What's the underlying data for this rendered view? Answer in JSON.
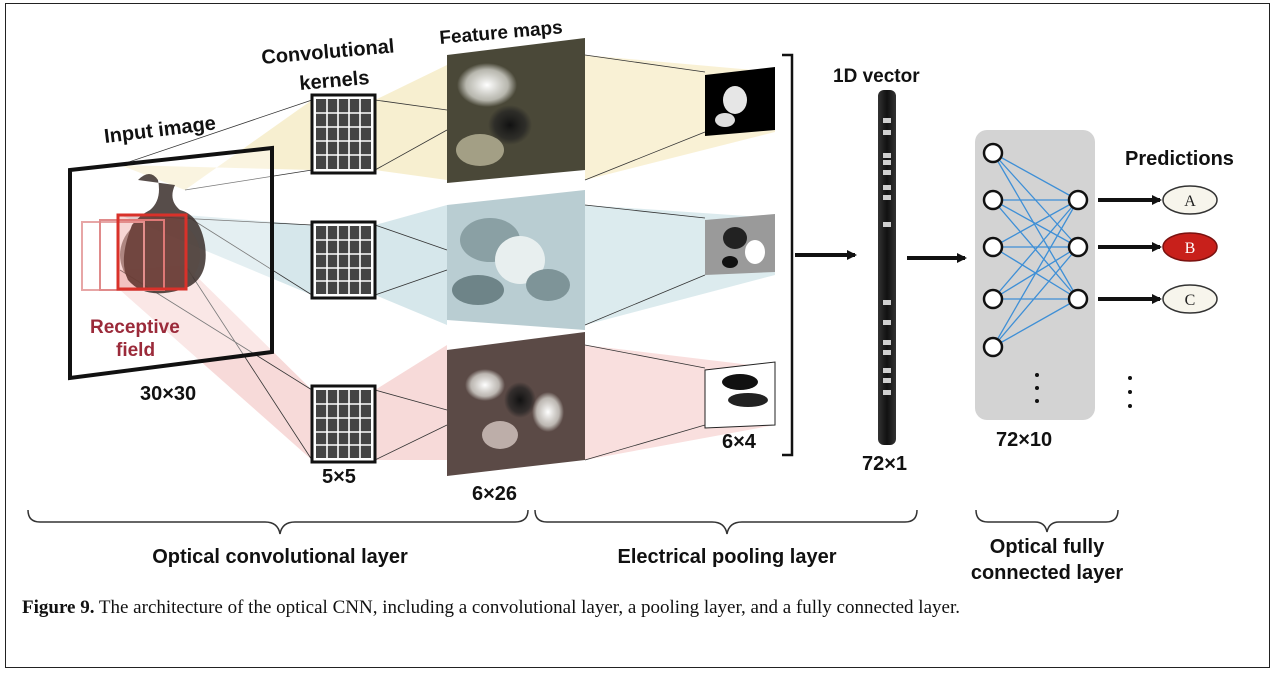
{
  "labels": {
    "input_image": "Input image",
    "convolutional_kernels_line1": "Convolutional",
    "convolutional_kernels_line2": "kernels",
    "feature_maps": "Feature maps",
    "vector_1d": "1D vector",
    "predictions": "Predictions",
    "receptive_field_line1": "Receptive",
    "receptive_field_line2": "field",
    "dim_input": "30×30",
    "dim_kernel": "5×5",
    "dim_feature": "6×26",
    "dim_pooled": "6×4",
    "dim_vector": "72×1",
    "dim_fc": "72×10",
    "pred_a": "A",
    "pred_b": "B",
    "pred_c": "C",
    "ellipsis": "⋮"
  },
  "sections": {
    "optical_conv": "Optical convolutional layer",
    "electrical_pool": "Electrical pooling layer",
    "optical_fc_line1": "Optical fully",
    "optical_fc_line2": "connected layer"
  },
  "caption": {
    "figure_label": "Figure 9.",
    "text": " The architecture of the optical CNN, including a convolutional layer, a pooling layer, and a fully connected layer."
  },
  "colors": {
    "yellow_band": "#f6ecc8",
    "blue_band": "#cfe3e8",
    "pink_band": "#f6d4d2",
    "receptive_red": "#d9312a",
    "receptive_label": "#9b2a3a",
    "network_edge": "#3e8fd6",
    "fc_panel": "#d3d3d3",
    "pred_b_fill": "#c8201b",
    "pred_fill": "#f7f5ec"
  }
}
